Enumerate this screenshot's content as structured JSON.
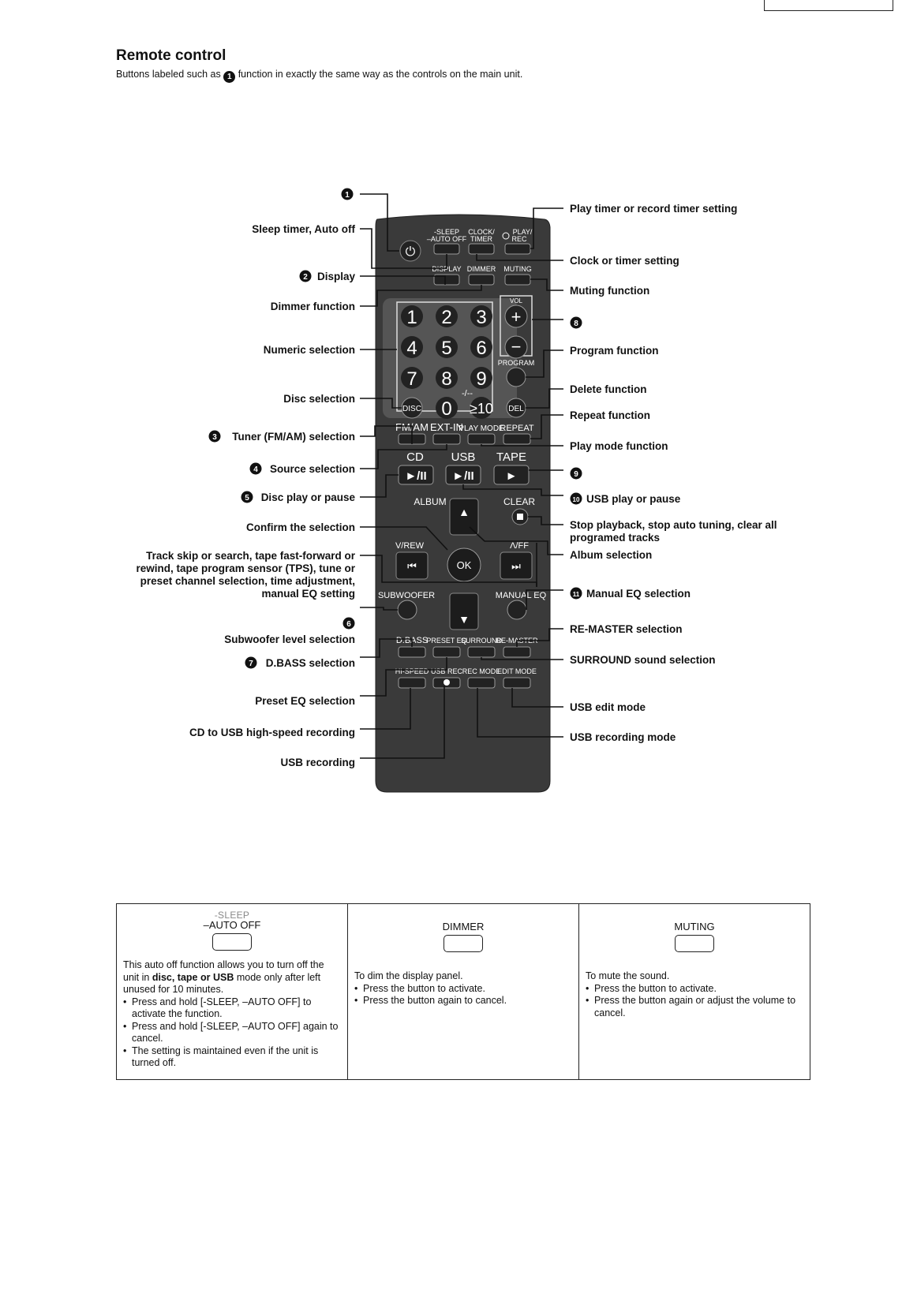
{
  "page": {
    "title": "Remote control",
    "subtitle_before": "Buttons labeled such as",
    "subtitle_marker": "1",
    "subtitle_after": "function in exactly the same way as the controls on the main unit."
  },
  "remote_buttons": {
    "sleep_top": "-SLEEP",
    "sleep_bottom": "–AUTO OFF",
    "clock_top": "CLOCK/",
    "clock_bottom": "TIMER",
    "play_top": "PLAY/",
    "play_bottom": "REC",
    "display": "DISPLAY",
    "dimmer": "DIMMER",
    "muting": "MUTING",
    "vol": "VOL",
    "program": "PROGRAM",
    "digits": [
      "1",
      "2",
      "3",
      "4",
      "5",
      "6",
      "7",
      "8",
      "9",
      "0"
    ],
    "dash": "-/--",
    "ge10": "≥10",
    "disc": "DISC",
    "del": "DEL",
    "fm_am": "FM/AM",
    "ext_in": "EXT-IN",
    "play_mode": "PLAY MODE",
    "repeat": "REPEAT",
    "cd": "CD",
    "usb": "USB",
    "tape": "TAPE",
    "play_pause": "►/II",
    "play": "►",
    "album": "ALBUM",
    "clear": "CLEAR",
    "rew": "V/REW",
    "ff": "Λ/FF",
    "ok": "OK",
    "subwoofer": "SUBWOOFER",
    "manual_eq": "MANUAL EQ",
    "dbass": "D.BASS",
    "preset_eq": "PRESET EQ",
    "surround": "SURROUND",
    "remaster": "RE-MASTER",
    "hispeed": "HI-SPEED",
    "usb_rec": "USB REC",
    "rec_mode": "REC MODE",
    "edit_mode": "EDIT MODE"
  },
  "left_labels": [
    {
      "marker": "1",
      "text": ""
    },
    {
      "marker": "",
      "text": "Sleep timer, Auto off"
    },
    {
      "marker": "2",
      "text": "Display"
    },
    {
      "marker": "",
      "text": "Dimmer function"
    },
    {
      "marker": "",
      "text": "Numeric selection"
    },
    {
      "marker": "",
      "text": "Disc selection"
    },
    {
      "marker": "3",
      "text": "Tuner (FM/AM) selection"
    },
    {
      "marker": "4",
      "text": "Source selection"
    },
    {
      "marker": "5",
      "text": "Disc play or pause"
    },
    {
      "marker": "",
      "text": "Confirm the selection"
    },
    {
      "marker": "",
      "text": "Track skip or search, tape fast-forward or"
    },
    {
      "marker": "",
      "text": "rewind, tape program sensor (TPS), tune or"
    },
    {
      "marker": "",
      "text": "preset channel selection, time adjustment,"
    },
    {
      "marker": "",
      "text": "manual EQ setting"
    },
    {
      "marker": "6",
      "text": ""
    },
    {
      "marker": "",
      "text": "Subwoofer level selection"
    },
    {
      "marker": "7",
      "text": "D.BASS selection"
    },
    {
      "marker": "",
      "text": "Preset EQ selection"
    },
    {
      "marker": "",
      "text": "CD to USB high-speed recording"
    },
    {
      "marker": "",
      "text": "USB recording"
    }
  ],
  "right_labels": [
    {
      "marker": "",
      "text": "Play timer or record timer setting"
    },
    {
      "marker": "",
      "text": "Clock or timer setting"
    },
    {
      "marker": "",
      "text": "Muting function"
    },
    {
      "marker": "8",
      "text": ""
    },
    {
      "marker": "",
      "text": "Program function"
    },
    {
      "marker": "",
      "text": "Delete function"
    },
    {
      "marker": "",
      "text": "Repeat function"
    },
    {
      "marker": "",
      "text": "Play mode function"
    },
    {
      "marker": "9",
      "text": ""
    },
    {
      "marker": "10",
      "text": "USB play or pause"
    },
    {
      "marker": "",
      "text": "Stop playback, stop auto tuning, clear all"
    },
    {
      "marker": "",
      "text": "programed tracks"
    },
    {
      "marker": "",
      "text": "Album selection"
    },
    {
      "marker": "11",
      "text": "Manual EQ selection"
    },
    {
      "marker": "",
      "text": "RE-MASTER selection"
    },
    {
      "marker": "",
      "text": "SURROUND sound selection"
    },
    {
      "marker": "",
      "text": "USB edit mode"
    },
    {
      "marker": "",
      "text": "USB recording mode"
    }
  ],
  "notes": {
    "sleep": {
      "cap_top": "-SLEEP",
      "cap_bottom": "–AUTO OFF",
      "intro_1": "This auto off function allows you to turn off the unit in",
      "intro_bold": "disc, tape or USB",
      "intro_2": "mode only after left unused for 10 minutes.",
      "items": [
        "Press and hold [-SLEEP, –AUTO OFF] to activate the function.",
        "Press and hold [-SLEEP, –AUTO OFF] again to cancel.",
        "The setting is maintained even if the unit is turned off."
      ]
    },
    "dimmer": {
      "caption": "DIMMER",
      "intro": "To dim the display panel.",
      "items": [
        "Press the button to activate.",
        "Press the button again to cancel."
      ]
    },
    "muting": {
      "caption": "MUTING",
      "intro": "To mute the sound.",
      "items": [
        "Press the button to activate.",
        "Press the button again or adjust the volume to cancel."
      ]
    }
  }
}
